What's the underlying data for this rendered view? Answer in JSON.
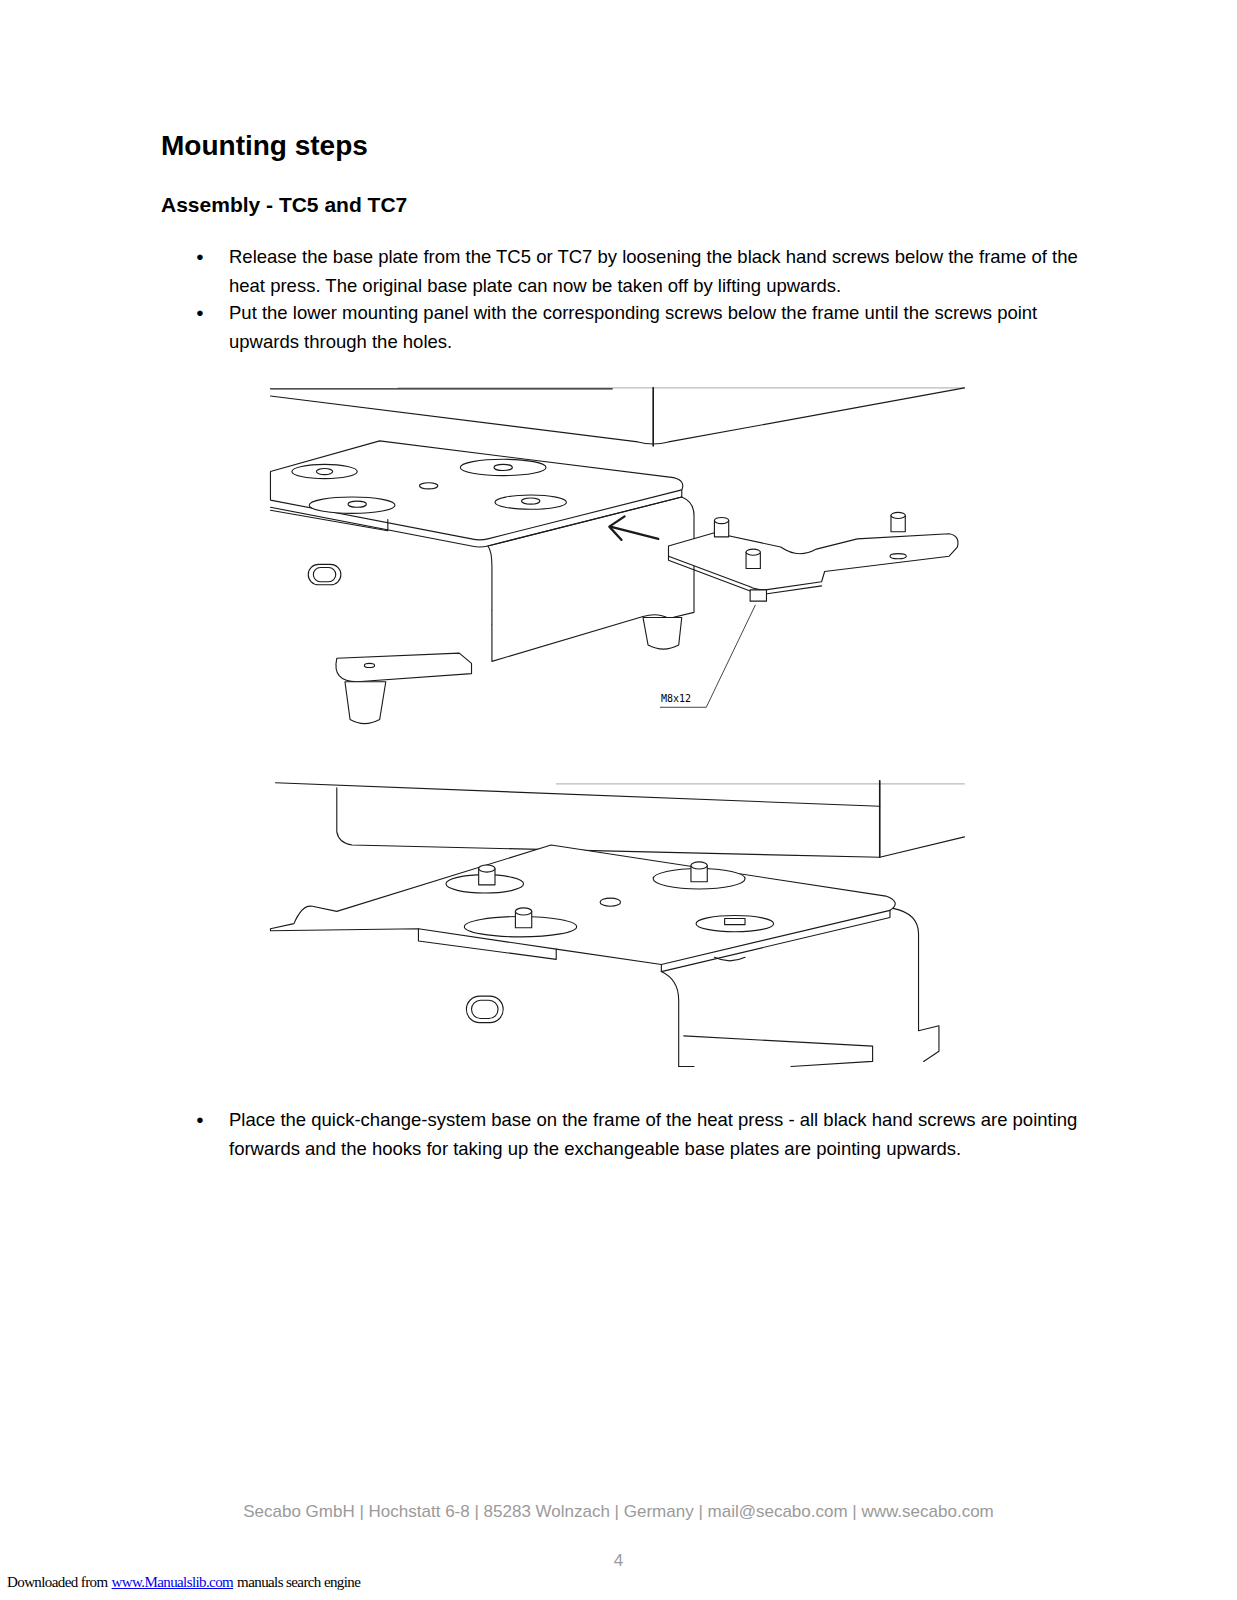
{
  "diagram": {
    "title": "Mounting steps",
    "labels": [
      "Assembly - TC5 and TC7",
      "●",
      "Release the base plate from the TC5 or TC7 by loosening the black hand screws below the frame of the heat press. The original base plate can now be taken off by lifting upwards.",
      "●",
      "Put the lower mounting panel with the corresponding screws below the frame until the screws point upwards through the holes.",
      "M8x12",
      "●",
      "Place the quick-change-system base on the frame of the heat press - all black hand screws are pointing forwards and the hooks for taking up the exchangeable base plates are pointing upwards.",
      "Secabo GmbH  |  Hochstatt 6-8  |  85283 Wolnzach  |  Germany  |  mail@secabo.com  |  www.secabo.com",
      "4",
      "Downloaded from",
      "www.Manualslib.com",
      "manuals search engine"
    ]
  }
}
